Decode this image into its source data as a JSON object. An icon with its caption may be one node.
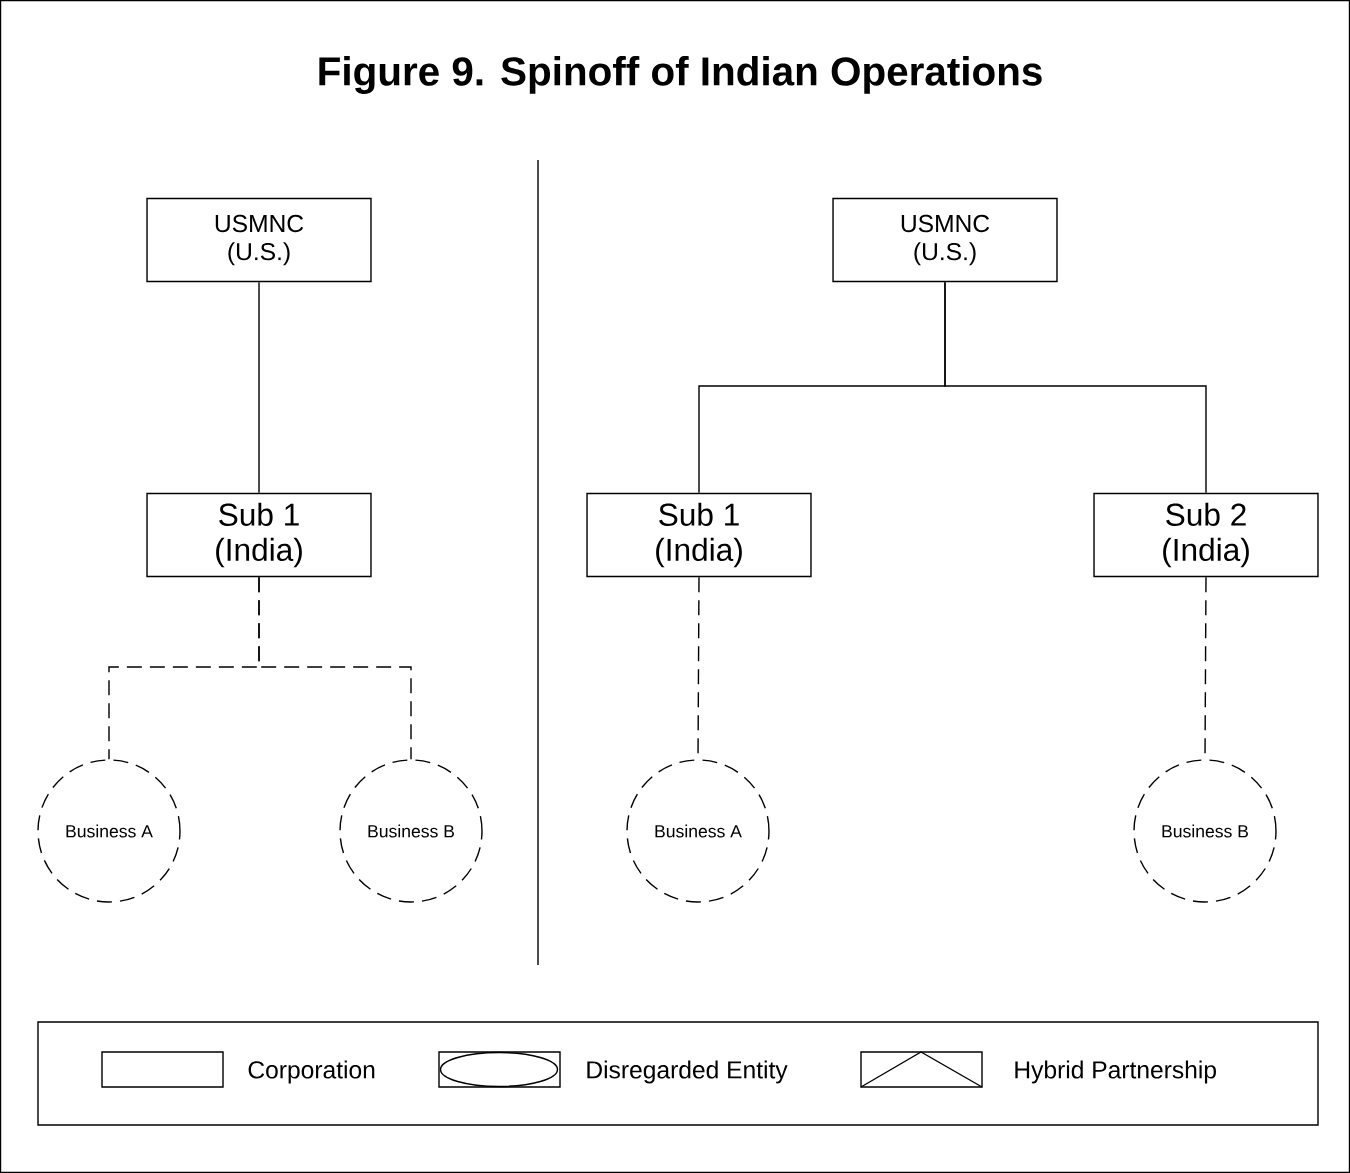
{
  "diagram": {
    "title": "Figure 9. Spinoff of Indian Operations",
    "nodes": [
      {
        "text": [
          "USMNC",
          "(U.S.)"
        ]
      },
      {
        "text": [
          "Sub 1",
          "(India)"
        ]
      },
      {
        "text": [
          "Business A"
        ]
      },
      {
        "text": [
          "Business B"
        ]
      },
      {
        "text": [
          "USMNC",
          "(U.S.)"
        ]
      },
      {
        "text": [
          "Sub 1",
          "(India)"
        ]
      },
      {
        "text": [
          "Sub 2",
          "(India)"
        ]
      },
      {
        "text": [
          "Business A"
        ]
      },
      {
        "text": [
          "Business B"
        ]
      }
    ],
    "edges": [
      {
        "from": 0,
        "to": 1,
        "arrow": "none"
      },
      {
        "from": 1,
        "to": 2,
        "arrow": "none",
        "style": "dashed"
      },
      {
        "from": 1,
        "to": 3,
        "arrow": "none",
        "style": "dashed"
      },
      {
        "from": 4,
        "to": 5,
        "arrow": "none"
      },
      {
        "from": 4,
        "to": 6,
        "arrow": "none"
      },
      {
        "from": 5,
        "to": 7,
        "arrow": "none",
        "style": "dashed"
      },
      {
        "from": 6,
        "to": 8,
        "arrow": "none",
        "style": "dashed"
      }
    ],
    "legend": [
      {
        "text": "Corporation"
      },
      {
        "text": "Disregarded Entity"
      },
      {
        "text": "Hybrid Partnership"
      }
    ]
  }
}
